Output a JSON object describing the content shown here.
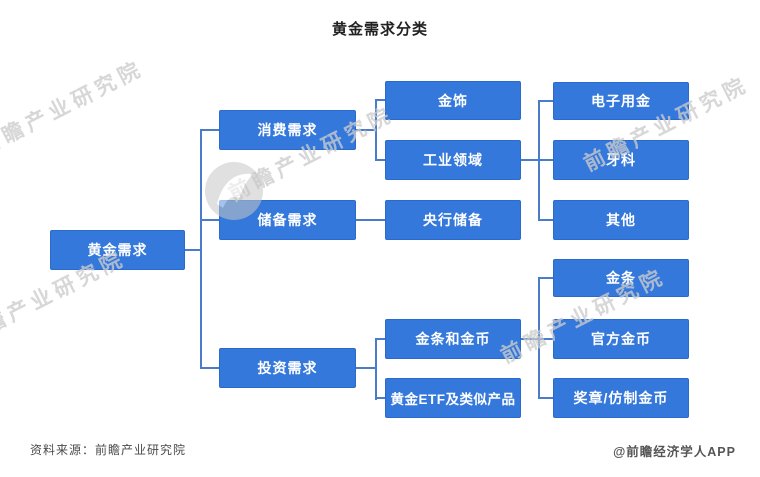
{
  "title": "黄金需求分类",
  "nodes": {
    "root": "黄金需求",
    "consumer": "消费需求",
    "reserve": "储备需求",
    "investment": "投资需求",
    "jewelry": "金饰",
    "industrial": "工业领域",
    "central_bank": "央行储备",
    "bars_coins": "金条和金币",
    "etf": "黄金ETF及类似产品",
    "electronics": "电子用金",
    "dental": "牙科",
    "other": "其他",
    "bars": "金条",
    "official_coins": "官方金币",
    "medals": "奖章/仿制金币"
  },
  "tree": {
    "root": "黄金需求",
    "children": [
      {
        "label": "消费需求",
        "children": [
          {
            "label": "金饰"
          },
          {
            "label": "工业领域",
            "children": [
              {
                "label": "电子用金"
              },
              {
                "label": "牙科"
              },
              {
                "label": "其他"
              }
            ]
          }
        ]
      },
      {
        "label": "储备需求",
        "children": [
          {
            "label": "央行储备"
          }
        ]
      },
      {
        "label": "投资需求",
        "children": [
          {
            "label": "金条和金币",
            "children": [
              {
                "label": "金条"
              },
              {
                "label": "官方金币"
              },
              {
                "label": "奖章/仿制金币"
              }
            ]
          },
          {
            "label": "黄金ETF及类似产品"
          }
        ]
      }
    ]
  },
  "watermark": {
    "text": "前瞻产业研究院",
    "logo": "qianzhan-logo"
  },
  "footer": {
    "source": "资料来源：前瞻产业研究院",
    "credit": "@前瞻经济学人APP"
  },
  "colors": {
    "box": "#3478db",
    "box-border": "#2a6ace",
    "line": "#4a7cc9",
    "node-text": "#ffffff",
    "title-color": "#222222",
    "footer-color": "#4a4a4a"
  }
}
